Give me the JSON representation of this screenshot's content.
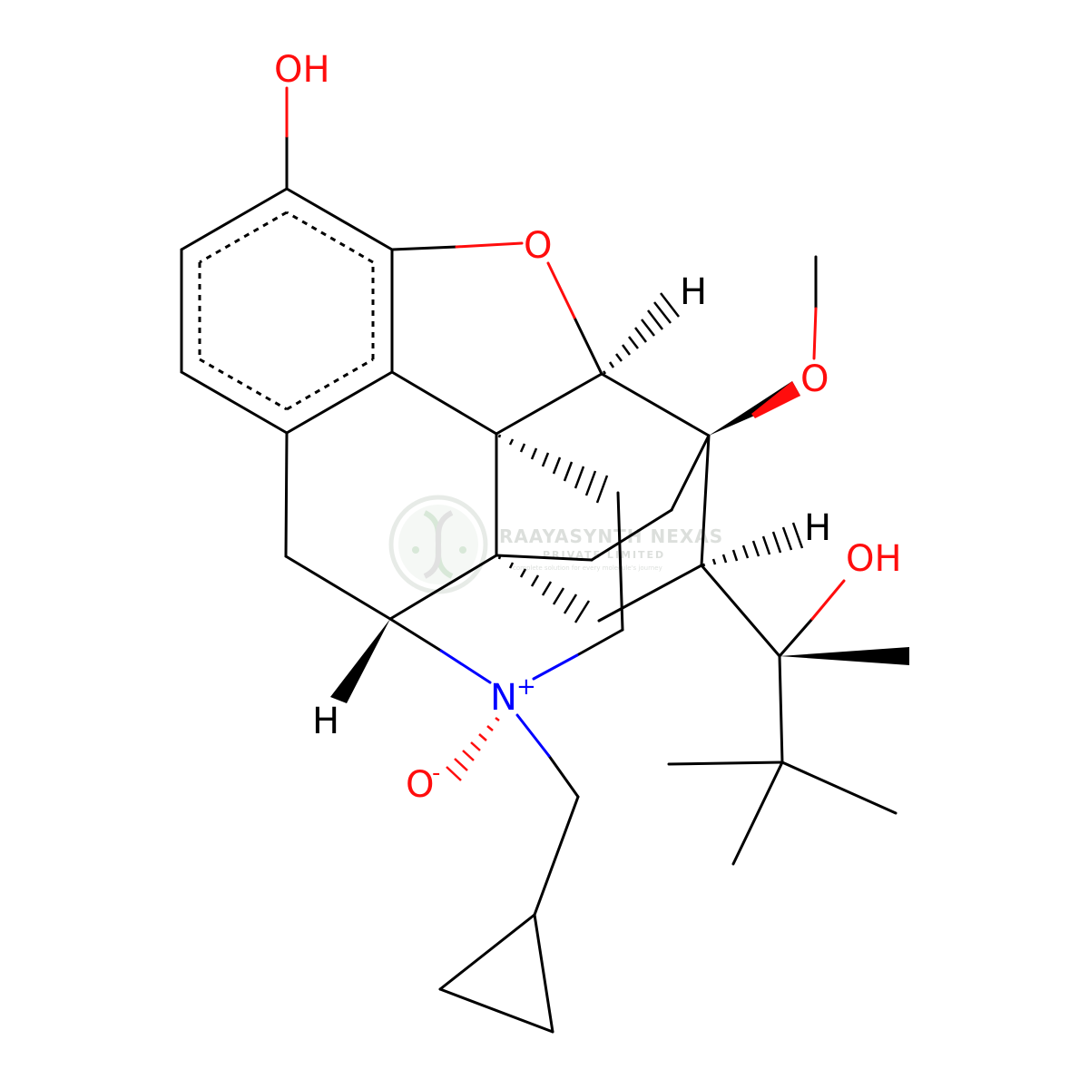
{
  "colors": {
    "bond": "#000000",
    "oxygen": "#ff0d0d",
    "nitrogen": "#0000ff",
    "carbon_label": "#000000",
    "watermark": "#c9cfc9"
  },
  "atoms": {
    "phenol_oh": "OH",
    "ring_oxygen": "O",
    "methoxy_oxygen": "O",
    "side_oh": "OH",
    "nitrogen": "N",
    "nitrogen_charge": "+",
    "n_oxide": "O",
    "n_oxide_charge": "-",
    "h_c5": "H",
    "h_c7": "H",
    "h_c9": "H"
  },
  "watermark": {
    "title": "RAAYASYNTH NEXAS",
    "subtitle": "PRIVATE LIMITED",
    "tagline": "complete solution for every molecule's journey",
    "icon": "dna-helix-logo"
  }
}
